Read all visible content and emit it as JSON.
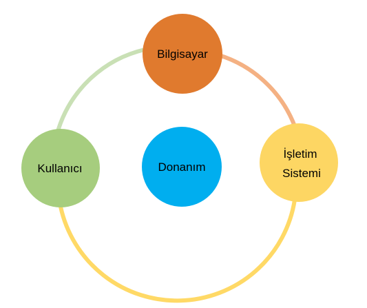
{
  "nodes": {
    "bilgisayar": {
      "label": "Bilgisayar",
      "color": "#E07A2E"
    },
    "isletim_sistemi": {
      "label_line1": "İşletim",
      "label_line2": "Sistemi",
      "color": "#FDD663"
    },
    "kullanici": {
      "label": "Kullanıcı",
      "color": "#A6CD7E"
    },
    "donanim": {
      "label": "Donanım",
      "color": "#00AEEF"
    }
  },
  "arcs": {
    "kullanici_to_bilgisayar": {
      "color": "#C9E0B5"
    },
    "bilgisayar_to_isletim": {
      "color": "#F4B183"
    },
    "isletim_to_kullanici": {
      "color": "#FFD966"
    }
  }
}
